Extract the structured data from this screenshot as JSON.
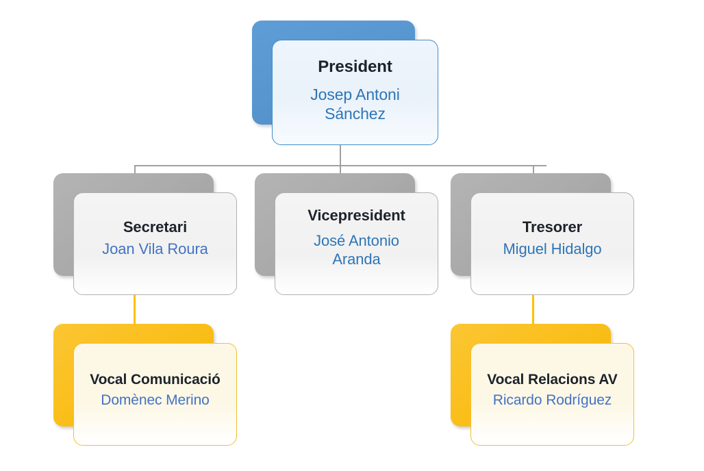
{
  "chart": {
    "type": "org-chart",
    "title": "",
    "colors": {
      "blue_block": "#5B9BD5",
      "grey_block": "#ABABAB",
      "gold_block": "#FBBF1C",
      "blue_text": "#2E75B6",
      "indigo_text": "#4372C4",
      "title_text": "#1D232B",
      "connector_grey": "#A0A0A0",
      "connector_gold": "#FFC000",
      "background": "#FFFFFF"
    }
  },
  "nodes": {
    "president": {
      "title": "President",
      "name_line1": "Josep Antoni",
      "name_line2": "Sánchez",
      "level": "1"
    },
    "secretari": {
      "title": "Secretari",
      "name_line1": "Joan Vila Roura",
      "name_line2": "",
      "level": "2"
    },
    "vicepresident": {
      "title": "Vicepresident",
      "name_line1": "José Antonio",
      "name_line2": "Aranda",
      "level": "2"
    },
    "tresorer": {
      "title": "Tresorer",
      "name_line1": "Miguel Hidalgo",
      "name_line2": "",
      "level": "2"
    },
    "vocal_comunicacio": {
      "title": "Vocal Comunicació",
      "name_line1": "Domènec Merino",
      "name_line2": "",
      "level": "3"
    },
    "vocal_relacions": {
      "title": "Vocal Relacions AV",
      "name_line1": "Ricardo Rodríguez",
      "name_line2": "",
      "level": "3"
    }
  }
}
